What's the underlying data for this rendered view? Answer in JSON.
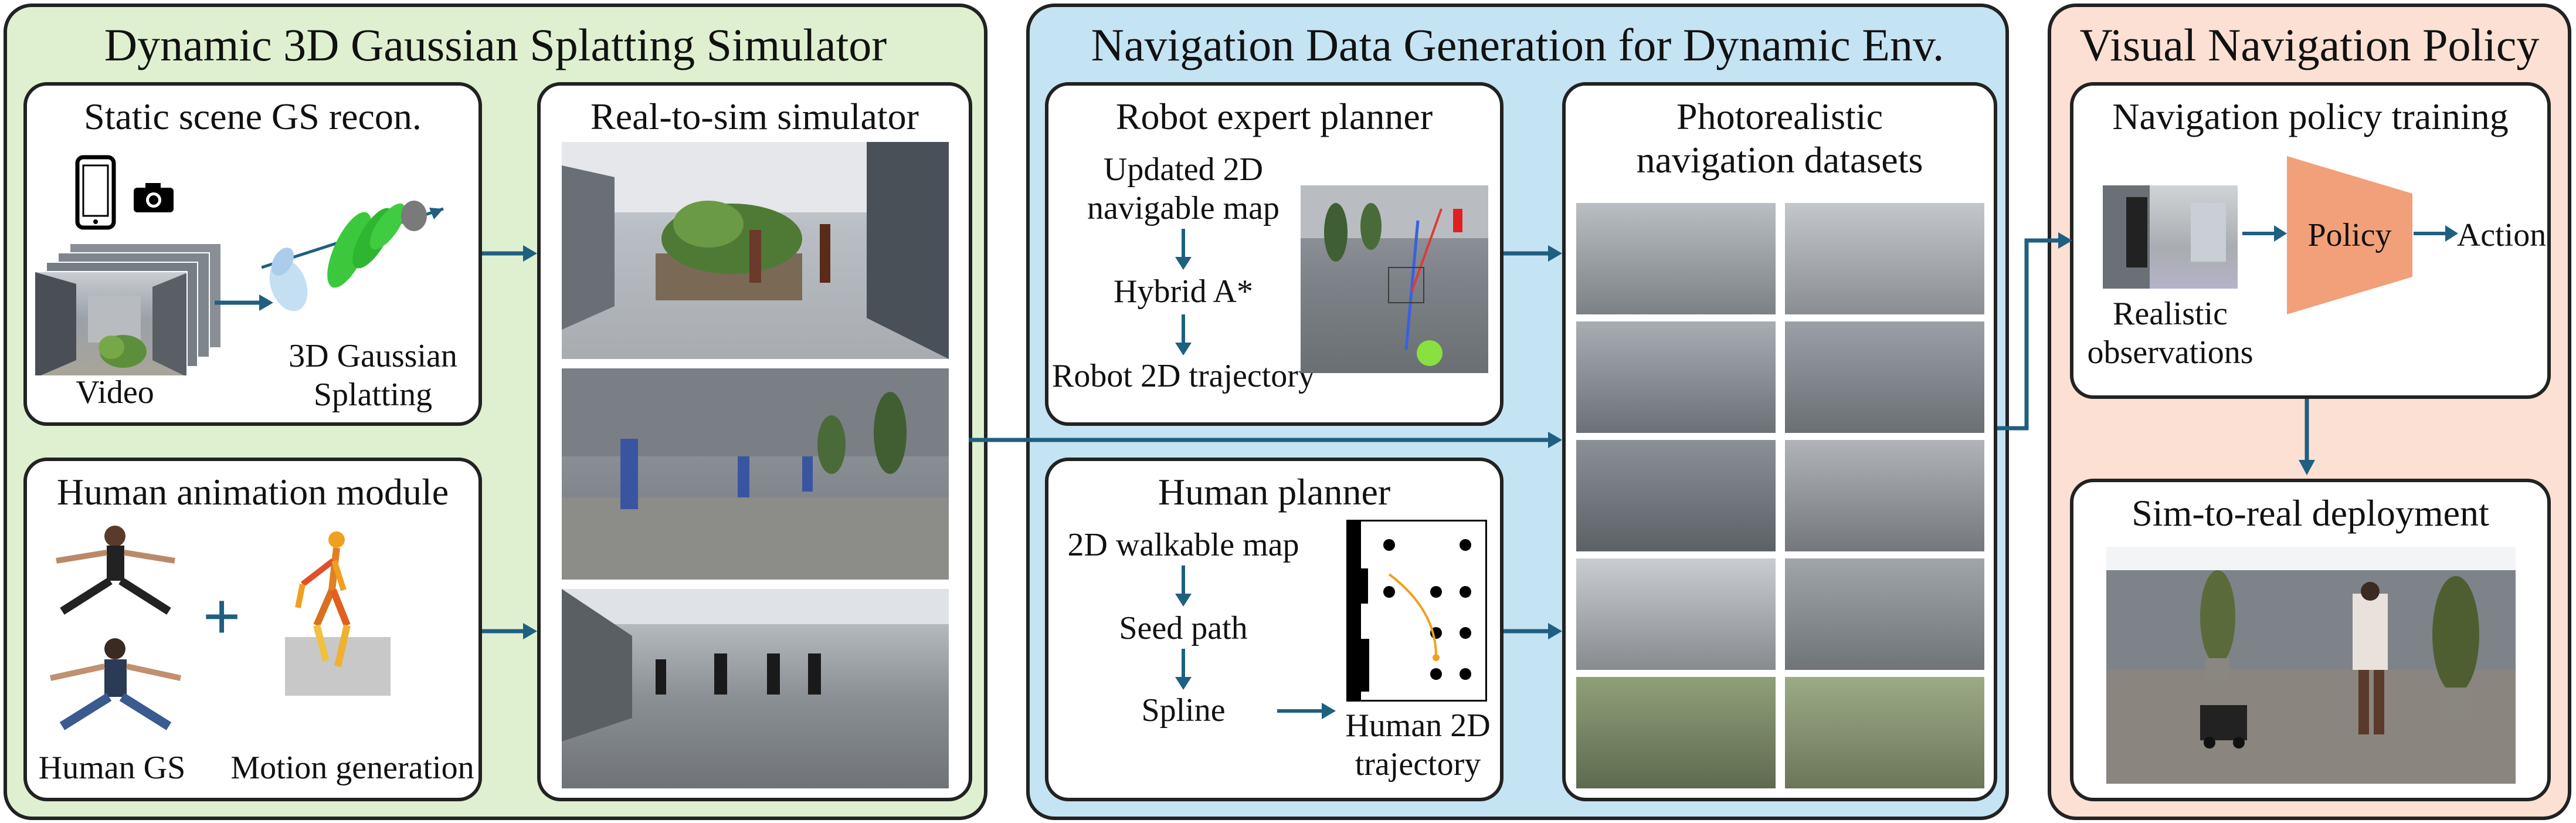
{
  "colors": {
    "panel1_bg": "#def0d0",
    "panel2_bg": "#c4e3f3",
    "panel3_bg": "#fbe0d3",
    "arrow": "#1f5f80",
    "policy_fill": "#f2a07a",
    "gaussian_green": "#3cc83c",
    "spline_orange": "#f0a020"
  },
  "panels": {
    "simulator": {
      "title": "Dynamic 3D Gaussian Splatting Simulator",
      "static_scene": {
        "title": "Static scene GS recon.",
        "video_label": "Video",
        "gs_label_line1": "3D Gaussian",
        "gs_label_line2": "Splatting"
      },
      "human_animation": {
        "title": "Human animation module",
        "plus": "+",
        "human_gs_label": "Human GS",
        "motion_label": "Motion generation"
      },
      "real_to_sim": {
        "title": "Real-to-sim simulator"
      }
    },
    "data_generation": {
      "title": "Navigation Data Generation for Dynamic Env.",
      "robot_planner": {
        "title": "Robot expert planner",
        "step1_line1": "Updated 2D",
        "step1_line2": "navigable map",
        "step2": "Hybrid A*",
        "step3": "Robot 2D trajectory"
      },
      "human_planner": {
        "title": "Human planner",
        "step1": "2D walkable map",
        "step2": "Seed path",
        "step3": "Spline",
        "output_line1": "Human 2D",
        "output_line2": "trajectory"
      },
      "datasets": {
        "title_line1": "Photorealistic",
        "title_line2": "navigation datasets"
      }
    },
    "policy": {
      "title": "Visual Navigation Policy",
      "training": {
        "title": "Navigation policy training",
        "obs_line1": "Realistic",
        "obs_line2": "observations",
        "policy_label": "Policy",
        "action_label": "Action"
      },
      "deployment": {
        "title": "Sim-to-real deployment"
      }
    }
  },
  "icons": [
    "phone-icon",
    "camera-icon",
    "arrow-icon",
    "gaussian-ellipses-icon",
    "skeleton-icon",
    "map-icon"
  ]
}
